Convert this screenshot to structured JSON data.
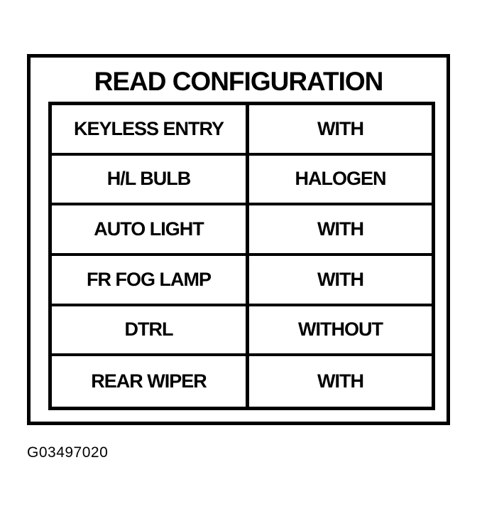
{
  "screen": {
    "title": "READ CONFIGURATION",
    "rows": [
      {
        "item": "KEYLESS ENTRY",
        "value": "WITH"
      },
      {
        "item": "H/L BULB",
        "value": "HALOGEN"
      },
      {
        "item": "AUTO LIGHT",
        "value": "WITH"
      },
      {
        "item": "FR FOG LAMP",
        "value": "WITH"
      },
      {
        "item": "DTRL",
        "value": "WITHOUT"
      },
      {
        "item": "REAR WIPER",
        "value": "WITH"
      }
    ]
  },
  "figure_code": "G03497020"
}
